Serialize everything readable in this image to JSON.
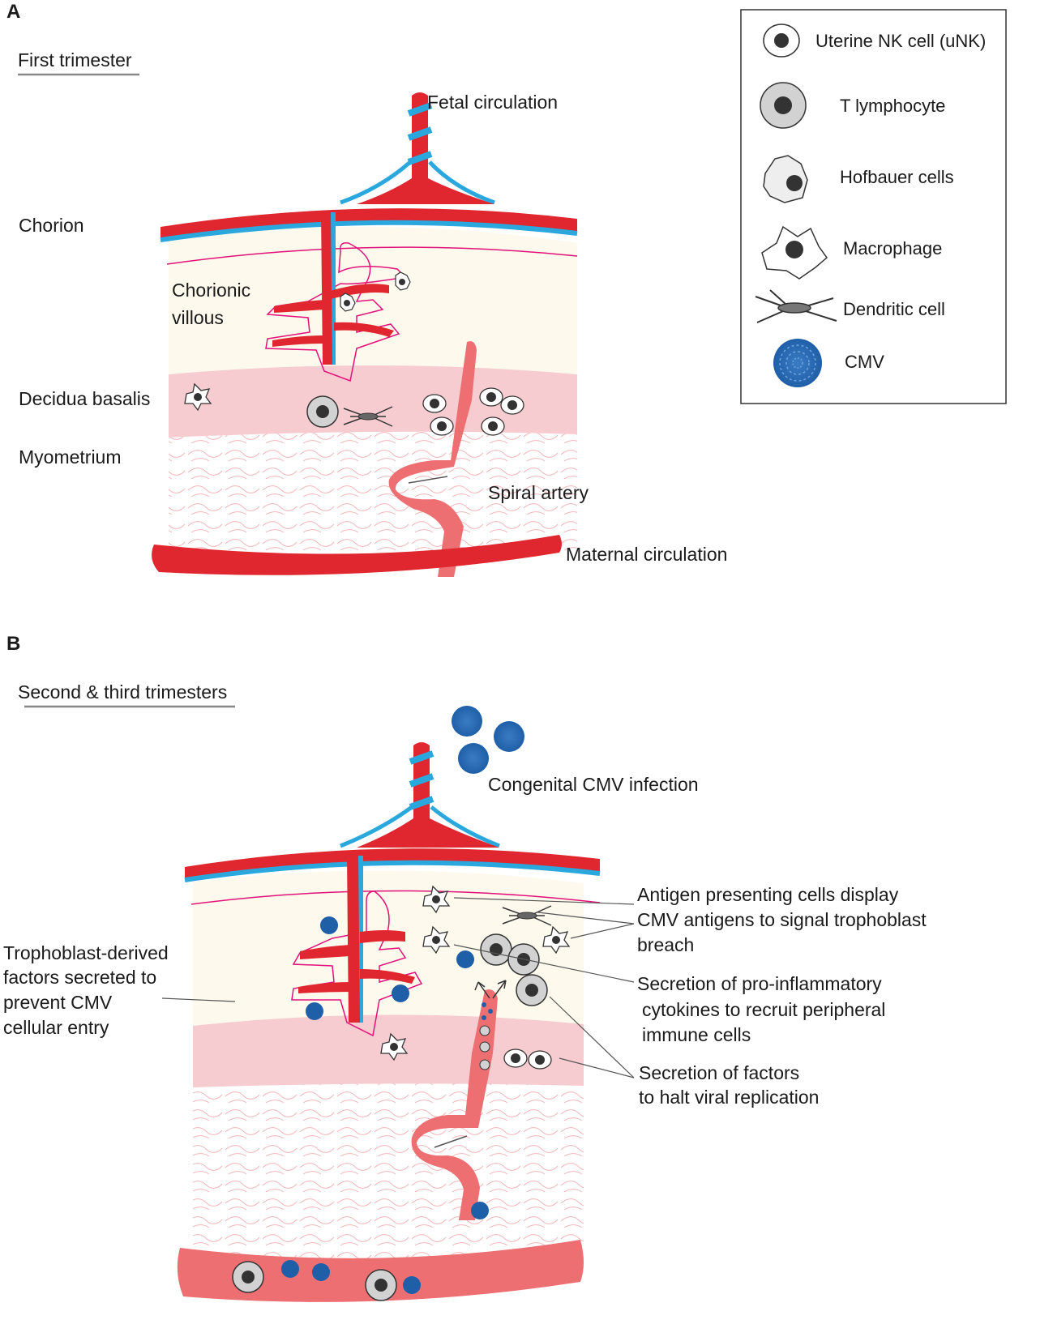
{
  "panel_a": {
    "letter": "A",
    "subtitle": "First trimester",
    "labels": {
      "fetal_circulation": "Fetal circulation",
      "chorion": "Chorion",
      "chorionic_villous_1": "Chorionic",
      "chorionic_villous_2": "villous",
      "decidua_basalis": "Decidua basalis",
      "myometrium": "Myometrium",
      "spiral_artery": "Spiral artery",
      "maternal_circulation": "Maternal circulation"
    }
  },
  "legend": {
    "items": [
      {
        "label": "Uterine NK cell (uNK)",
        "icon": "unk-cell-icon"
      },
      {
        "label": "T lymphocyte",
        "icon": "t-lymphocyte-icon"
      },
      {
        "label": "Hofbauer cells",
        "icon": "hofbauer-cell-icon"
      },
      {
        "label": "Macrophage",
        "icon": "macrophage-icon"
      },
      {
        "label": "Dendritic cell",
        "icon": "dendritic-cell-icon"
      },
      {
        "label": "CMV",
        "icon": "cmv-virus-icon"
      }
    ]
  },
  "panel_b": {
    "letter": "B",
    "subtitle": "Second & third trimesters",
    "labels": {
      "congenital": "Congenital CMV infection",
      "trophoblast_1": "Trophoblast-derived",
      "trophoblast_2": "factors secreted to",
      "trophoblast_3": "prevent CMV",
      "trophoblast_4": "cellular entry",
      "apc_1": "Antigen presenting cells display",
      "apc_2": "CMV antigens to signal trophoblast",
      "apc_3": "breach",
      "cyto_1": "Secretion of pro-inflammatory",
      "cyto_2": "cytokines to recruit peripheral",
      "cyto_3": "immune cells",
      "halt_1": "Secretion of factors",
      "halt_2": "to halt viral replication"
    }
  },
  "colors": {
    "red": "#e0262e",
    "blue": "#2aa8dd",
    "cream": "#fdf9ec",
    "decidua": "#f7ccd1",
    "magenta": "#e3107a",
    "artery": "#ee6f72",
    "cmv": "#1f5fa8"
  }
}
